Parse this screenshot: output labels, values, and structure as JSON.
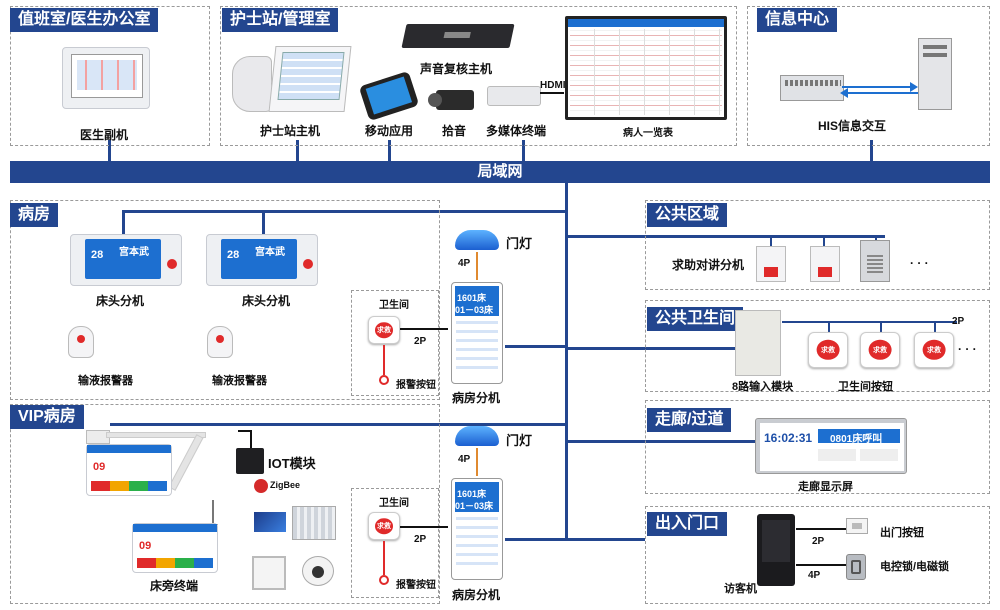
{
  "network_bar": "局域网",
  "zones": {
    "duty": {
      "title": "值班室/医生办公室",
      "device": "医生副机"
    },
    "nurse": {
      "title": "护士站/管理室",
      "host": "护士站主机",
      "mobile": "移动应用",
      "pickup": "拾音",
      "media": "多媒体终端",
      "review": "声音复核主机",
      "hdmi": "HDMI",
      "board": "病人一览表"
    },
    "info": {
      "title": "信息中心",
      "his": "HIS信息交互"
    },
    "ward": {
      "title": "病房",
      "bedside1": "床头分机",
      "bedside2": "床头分机",
      "infusion1": "输液报警器",
      "infusion2": "输液报警器",
      "toilet": "卫生间",
      "p2": "2P",
      "alarm": "报警按钮",
      "door_light": "门灯",
      "p4": "4P",
      "room_unit": "病房分机"
    },
    "vip": {
      "title": "VIP病房",
      "iot": "IOT模块",
      "zigbee": "ZigBee",
      "bedside_terminal": "床旁终端",
      "toilet": "卫生间",
      "p2": "2P",
      "alarm": "报警按钮",
      "door_light": "门灯",
      "p4": "4P",
      "room_unit": "病房分机"
    },
    "public": {
      "title": "公共区域",
      "intercom": "求助对讲分机",
      "more": "· · ·"
    },
    "ptoilet": {
      "title": "公共卫生间",
      "input": "8路输入模块",
      "button": "卫生间按钮",
      "p2": "2P",
      "more": "· · ·"
    },
    "corridor": {
      "title": "走廊/过道",
      "time": "16:02:31",
      "call": "0801床呼叫",
      "display": "走廊显示屏"
    },
    "entrance": {
      "title": "出入门口",
      "exit_btn": "出门按钮",
      "lock": "电控锁/电磁锁",
      "visitor": "访客机",
      "p2": "2P",
      "p4": "4P"
    }
  },
  "devices": {
    "room_number": "1601床",
    "room_range": "01－03床",
    "bed_number": "28",
    "patient_name": "宫本武",
    "vip_bed": "09",
    "sos_label": "求救"
  },
  "colors": {
    "accent": "#23468f",
    "screen": "#1d6fd0",
    "alarm": "#e02a2a"
  }
}
